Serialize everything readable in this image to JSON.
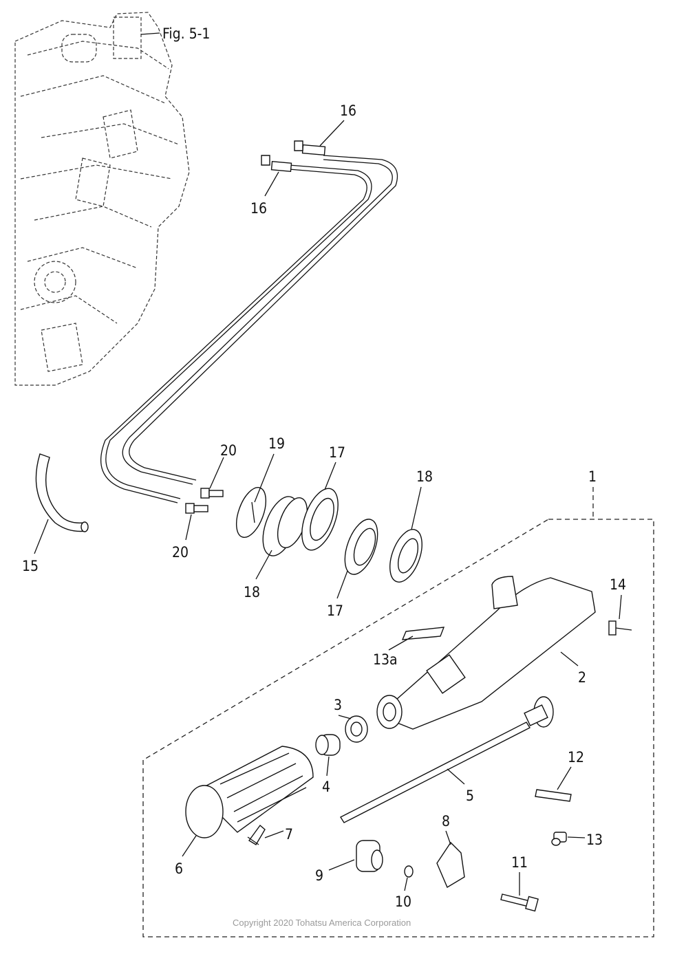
{
  "figure_reference": "Fig. 5-1",
  "callouts": [
    "1",
    "2",
    "3",
    "4",
    "5",
    "6",
    "7",
    "8",
    "9",
    "10",
    "11",
    "12",
    "13",
    "13a",
    "14",
    "15",
    "16",
    "17",
    "18",
    "19",
    "20"
  ],
  "copyright": "Copyright 2020 Tohatsu America Corporation"
}
